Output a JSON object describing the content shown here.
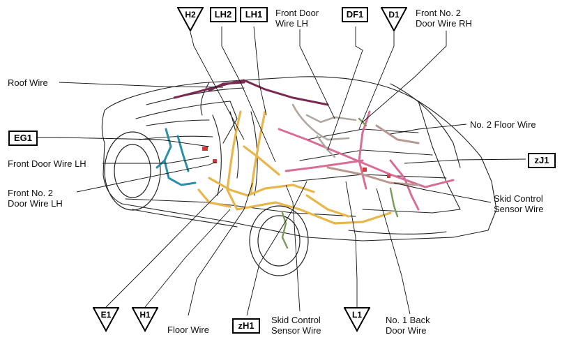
{
  "labels": {
    "roof_wire": "Roof Wire",
    "front_door_wire_lh_top_1": "Front Door",
    "front_door_wire_lh_top_2": "Wire LH",
    "front_no2_door_wire_rh_1": "Front No. 2",
    "front_no2_door_wire_rh_2": "Door Wire RH",
    "no2_floor_wire": "No. 2 Floor Wire",
    "front_door_wire_lh_left": "Front Door Wire LH",
    "front_no2_door_wire_lh_1": "Front No. 2",
    "front_no2_door_wire_lh_2": "Door Wire LH",
    "skid_control_right_1": "Skid Control",
    "skid_control_right_2": "Sensor Wire",
    "floor_wire": "Floor Wire",
    "skid_control_bottom_1": "Skid Control",
    "skid_control_bottom_2": "Sensor Wire",
    "no1_back_door_1": "No. 1 Back",
    "no1_back_door_2": "Door Wire"
  },
  "connectors": {
    "h2": "H2",
    "lh2": "LH2",
    "lh1": "LH1",
    "df1": "DF1",
    "d1": "D1",
    "eg1": "EG1",
    "zj1": "zJ1",
    "e1": "E1",
    "h1": "H1",
    "zh1": "zH1",
    "l1": "L1"
  },
  "colors": {
    "floor_wire": "#e8b64a",
    "roof_wire": "#7a2a52",
    "door_wire_lh": "#2a8fa8",
    "floor_wire_2": "#d86d96",
    "back_door_wire": "#b89890",
    "front_door_wire": "#b0a8a0",
    "skid_sensor": "#7a9a5a",
    "connector_red": "#d03a3a"
  }
}
